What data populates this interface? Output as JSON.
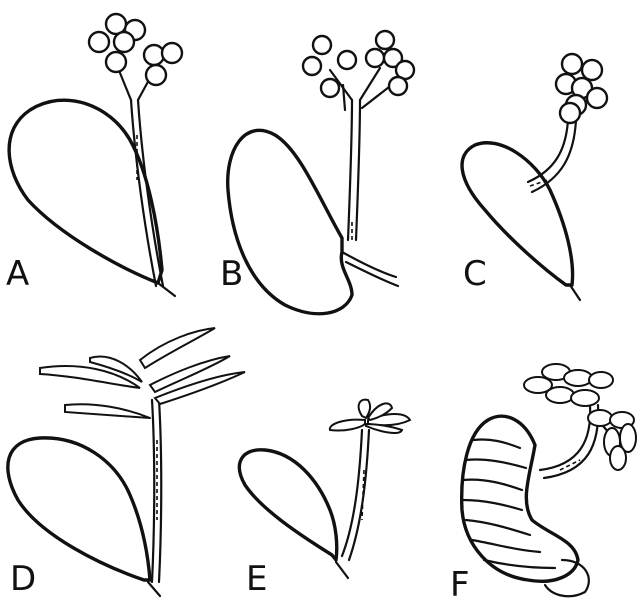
{
  "panels": [
    {
      "id": "A",
      "label": "A"
    },
    {
      "id": "B",
      "label": "B"
    },
    {
      "id": "C",
      "label": "C"
    },
    {
      "id": "D",
      "label": "D"
    },
    {
      "id": "E",
      "label": "E"
    },
    {
      "id": "F",
      "label": "F"
    }
  ],
  "colors": {
    "ink": "#111111",
    "background": "#ffffff"
  }
}
